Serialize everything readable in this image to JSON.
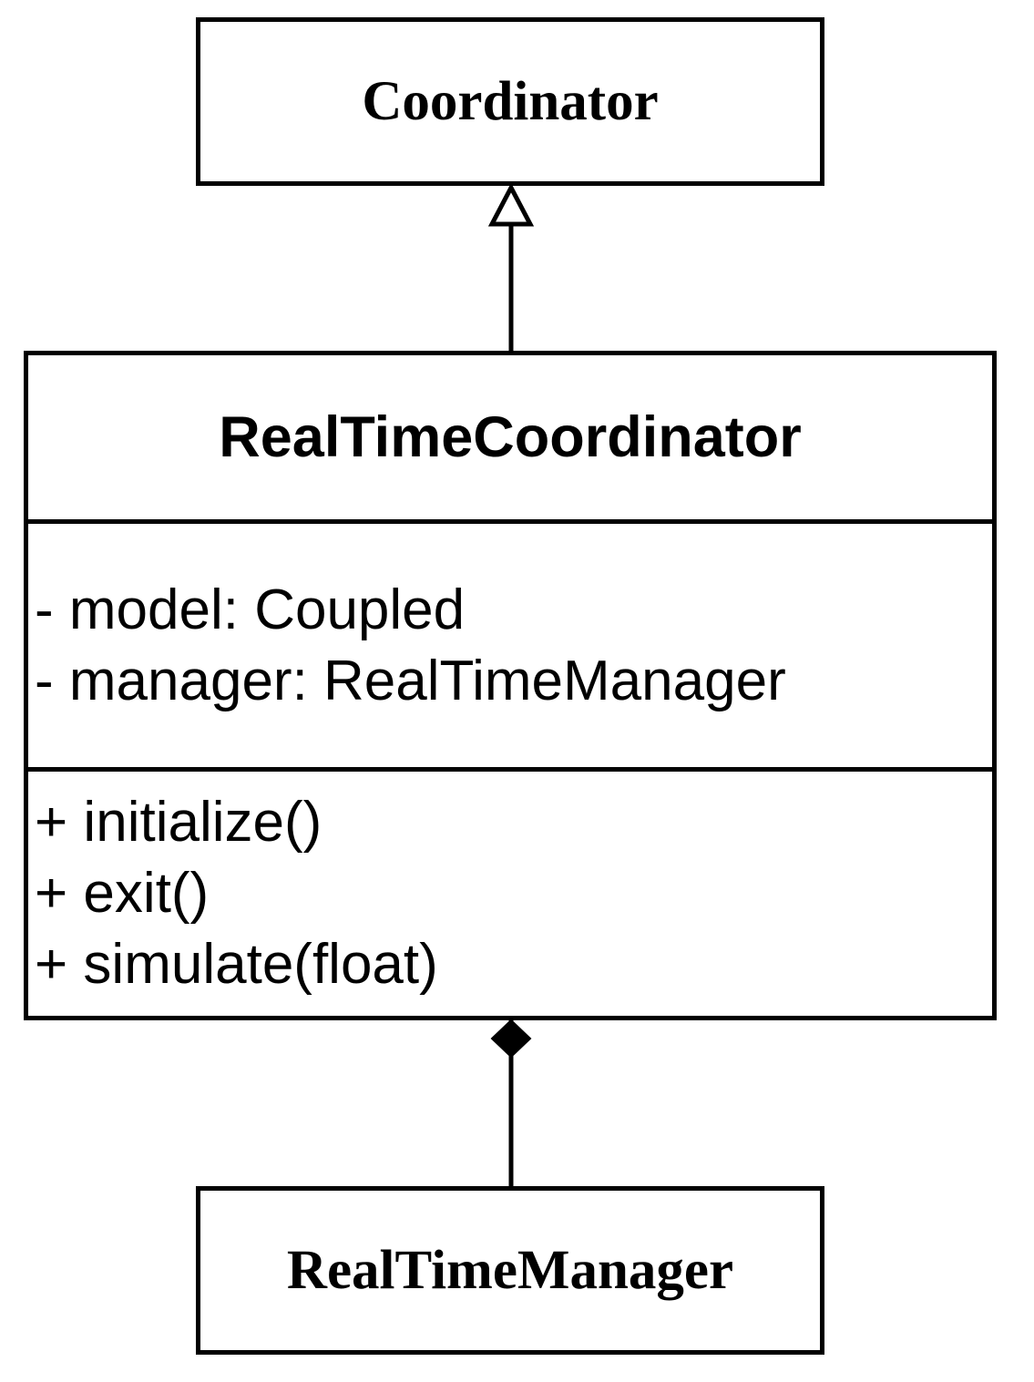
{
  "classes": {
    "coordinator": {
      "name": "Coordinator"
    },
    "real_time_coordinator": {
      "name": "RealTimeCoordinator",
      "attributes": [
        "- model: Coupled",
        "- manager: RealTimeManager"
      ],
      "methods": [
        "+ initialize()",
        "+ exit()",
        "+ simulate(float)"
      ]
    },
    "real_time_manager": {
      "name": "RealTimeManager"
    }
  },
  "relationships": [
    {
      "type": "generalization",
      "from": "RealTimeCoordinator",
      "to": "Coordinator",
      "marker": "hollow-triangle"
    },
    {
      "type": "composition",
      "from": "RealTimeCoordinator",
      "to": "RealTimeManager",
      "marker": "filled-diamond"
    }
  ],
  "colors": {
    "stroke": "#000000",
    "fill": "#ffffff",
    "text": "#000000"
  }
}
